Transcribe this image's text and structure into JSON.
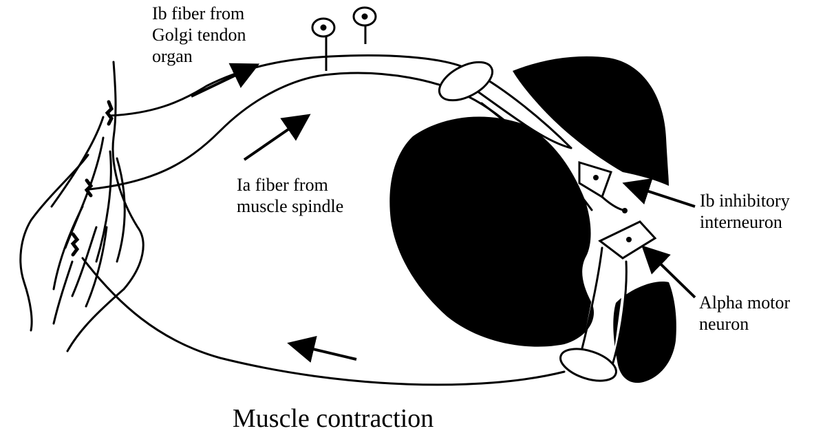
{
  "labels": {
    "ib_fiber": [
      "Ib fiber from",
      "Golgi tendon",
      "organ"
    ],
    "ia_fiber": [
      "Ia fiber from",
      "muscle spindle"
    ],
    "ib_interneuron": [
      "Ib inhibitory",
      "interneuron"
    ],
    "alpha_motor": [
      "Alpha motor",
      "neuron"
    ],
    "caption": "Muscle contraction"
  },
  "colors": {
    "ink": "#000000",
    "paper": "#ffffff"
  }
}
